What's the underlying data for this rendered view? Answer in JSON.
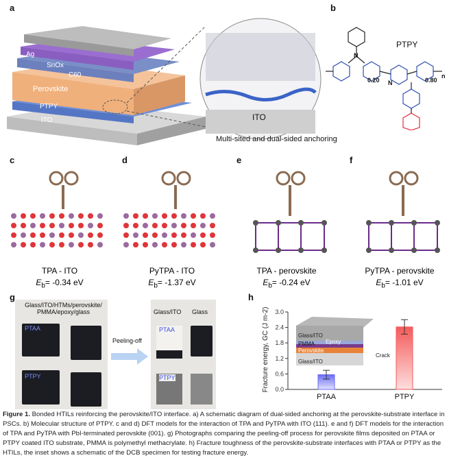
{
  "panels": {
    "a": "a",
    "b": "b",
    "c": "c",
    "d": "d",
    "e": "e",
    "f": "f",
    "g": "g",
    "h": "h"
  },
  "panel_a": {
    "layers": [
      "Ag",
      "SnOx",
      "C60",
      "Perovskite",
      "PTPY",
      "ITO"
    ],
    "substrate_label": "ITO",
    "caption": "Multi-sited and dual-sided anchoring"
  },
  "panel_b": {
    "title": "PTPY",
    "frac1": "0.20",
    "frac2": "0.80",
    "n": "n",
    "atom": "N"
  },
  "dft": [
    {
      "name": "TPA - ITO",
      "eb": "-0.34 eV"
    },
    {
      "name": "PyTPA - ITO",
      "eb": "-1.37 eV"
    },
    {
      "name": "TPA - perovskite",
      "eb": "-0.24 eV"
    },
    {
      "name": "PyTPA - perovskite",
      "eb": "-1.01 eV"
    }
  ],
  "eb_prefix": "E",
  "eb_sub": "b",
  "eb_eq": "=",
  "panel_g": {
    "left_title": "Glass/ITO/HTMs/perovskite/ PMMA/epoxy/glass",
    "right_title1": "Glass/ITO",
    "right_title2": "Glass",
    "arrow": "Peeling-off",
    "sample1": "PTAA",
    "sample2": "PTPY"
  },
  "chart_data": {
    "type": "bar",
    "categories": [
      "PTAA",
      "PTPY"
    ],
    "values": [
      0.57,
      2.42
    ],
    "errors": [
      0.17,
      0.28
    ],
    "ylabel": "Fracture energy, GC (J m-2)",
    "ylim": [
      0,
      3.0
    ],
    "yticks": [
      "0.0",
      "0.6",
      "1.2",
      "1.8",
      "2.4",
      "3.0"
    ],
    "colors": [
      "#6b6bf5",
      "#f55b5b"
    ],
    "inset_labels": [
      "Glass/ITO",
      "PMMA",
      "Epoxy",
      "Perovskite",
      "Glass/ITO",
      "Crack"
    ]
  },
  "caption": {
    "lead": "Figure 1.",
    "text": " Bonded HTILs reinforcing the perovskite/ITO interface. a) A schematic diagram of dual-sided anchoring at the perovskite-substrate interface in PSCs. b) Molecular structure of PTPY. c and d) DFT models for the interaction of TPA and PyTPA with ITO (111). e and f) DFT models for the interaction of TPA and PyTPA with PbI-terminated perovskite (001). g) Photographs comparing the peeling-off process for perovskite films deposited on PTAA or PTPY coated ITO substrate, PMMA is polymethyl methacrylate. h) Fracture toughness of the perovskite-substrate interfaces with PTAA or PTPY as the HTILs, the inset shows a schematic of the DCB specimen for testing fracture energy."
  }
}
